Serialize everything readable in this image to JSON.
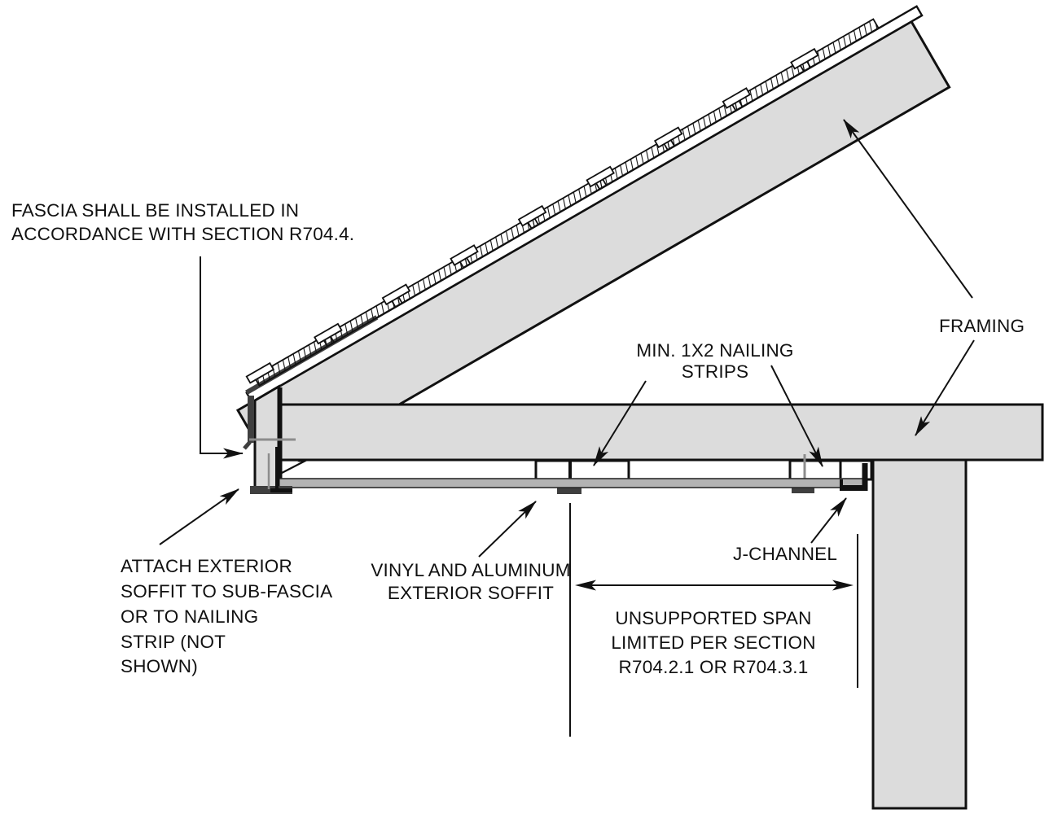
{
  "drawing": {
    "kind": "construction-detail-section",
    "subject": "Vinyl/aluminum exterior soffit installation at roof eave"
  },
  "colors": {
    "background": "#ffffff",
    "member_fill": "#dcdcdc",
    "soffit_fill": "#b3b3b3",
    "flashing_dark": "#3f3f3f",
    "nail_gray": "#8c8c8c",
    "line": "#111111"
  },
  "labels": {
    "fascia_note": {
      "lines": [
        "FASCIA SHALL BE INSTALLED IN",
        "ACCORDANCE WITH SECTION R704.4."
      ]
    },
    "framing": {
      "text": "FRAMING"
    },
    "nailing_strips": {
      "lines": [
        "MIN. 1X2 NAILING",
        "STRIPS"
      ]
    },
    "attach_note": {
      "lines": [
        "ATTACH EXTERIOR",
        "SOFFIT TO SUB-FASCIA",
        "OR TO NAILING",
        "STRIP (NOT",
        "SHOWN)"
      ]
    },
    "soffit": {
      "lines": [
        "VINYL AND ALUMINUM",
        "EXTERIOR SOFFIT"
      ]
    },
    "j_channel": {
      "text": "J-CHANNEL"
    },
    "span_note": {
      "lines": [
        "UNSUPPORTED SPAN",
        "LIMITED PER SECTION",
        "R704.2.1 OR R704.3.1"
      ]
    }
  }
}
